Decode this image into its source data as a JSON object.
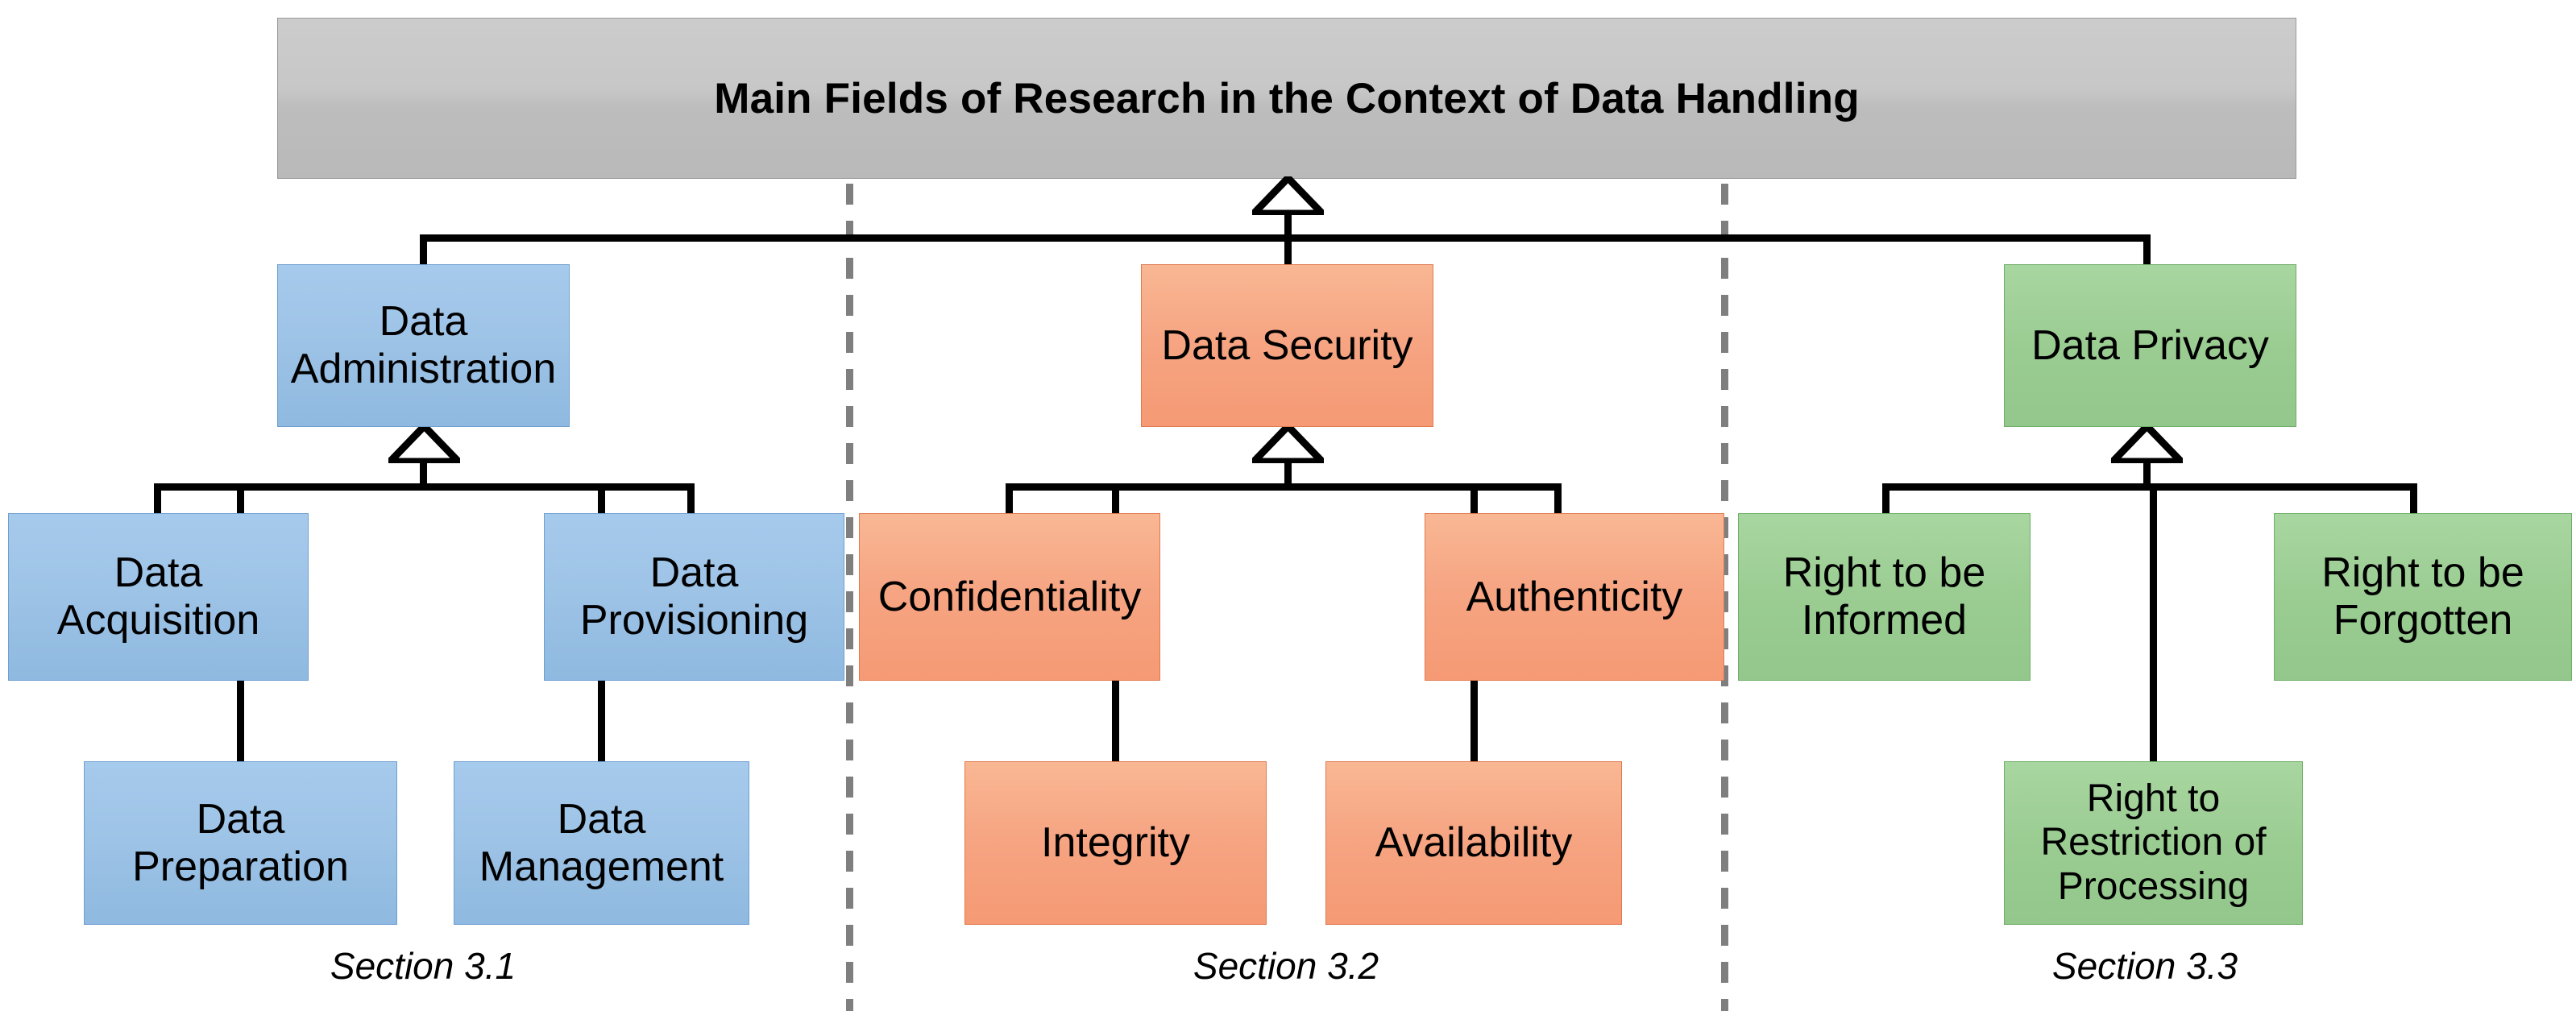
{
  "diagram": {
    "title": "Main Fields of Research in the Context of Data Handling",
    "colors": {
      "title_bar": "#c4c4c4",
      "blue": "#9dc3e6",
      "orange": "#f6a482",
      "green": "#9bcd93",
      "connector": "#000000",
      "separator": "#7f7f7f"
    },
    "branches": [
      {
        "id": "data-administration",
        "color": "blue",
        "root": "Data Administration",
        "root_lines": [
          "Data",
          "Administration"
        ],
        "children": [
          {
            "id": "data-acquisition",
            "lines": [
              "Data",
              "Acquisition"
            ]
          },
          {
            "id": "data-preparation",
            "lines": [
              "Data",
              "Preparation"
            ]
          },
          {
            "id": "data-management",
            "lines": [
              "Data",
              "Management"
            ]
          },
          {
            "id": "data-provisioning",
            "lines": [
              "Data",
              "Provisioning"
            ]
          }
        ],
        "caption": "Section 3.1"
      },
      {
        "id": "data-security",
        "color": "orange",
        "root": "Data Security",
        "root_lines": [
          "Data Security"
        ],
        "children": [
          {
            "id": "confidentiality",
            "lines": [
              "Confidentiality"
            ]
          },
          {
            "id": "integrity",
            "lines": [
              "Integrity"
            ]
          },
          {
            "id": "availability",
            "lines": [
              "Availability"
            ]
          },
          {
            "id": "authenticity",
            "lines": [
              "Authenticity"
            ]
          }
        ],
        "caption": "Section 3.2"
      },
      {
        "id": "data-privacy",
        "color": "green",
        "root": "Data Privacy",
        "root_lines": [
          "Data Privacy"
        ],
        "children": [
          {
            "id": "right-to-be-informed",
            "lines": [
              "Right to be",
              "Informed"
            ]
          },
          {
            "id": "right-to-restriction-of-processing",
            "lines": [
              "Right to",
              "Restriction of",
              "Processing"
            ]
          },
          {
            "id": "right-to-be-forgotten",
            "lines": [
              "Right to be",
              "Forgotten"
            ]
          }
        ],
        "caption": "Section 3.3"
      }
    ],
    "captions": [
      "Section 3.1",
      "Section 3.2",
      "Section 3.3"
    ]
  }
}
